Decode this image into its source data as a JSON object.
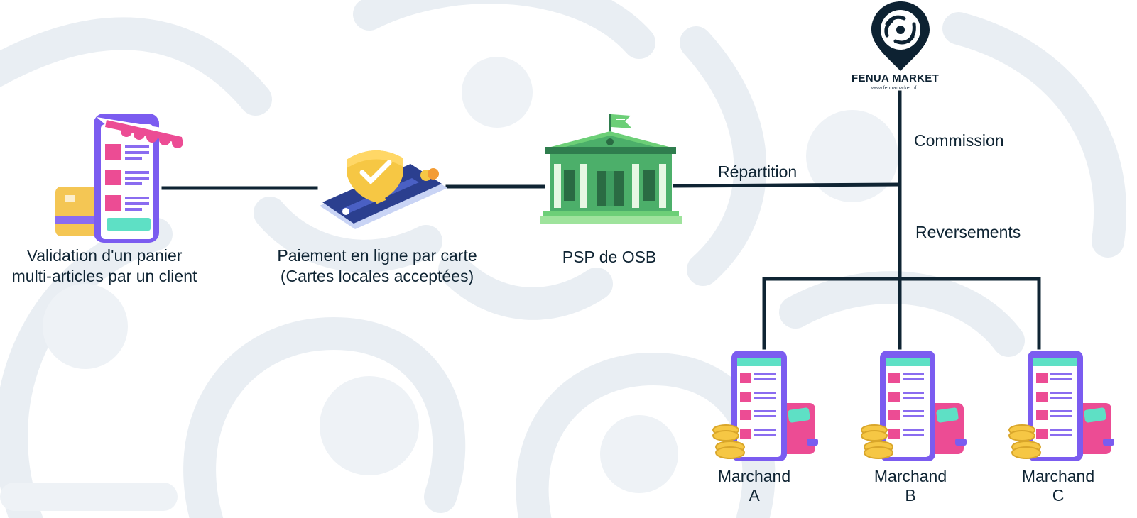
{
  "logo": {
    "brand": "FENUA MARKET",
    "url": "www.fenuamarket.pf"
  },
  "steps": {
    "cart_line1": "Validation d'un panier",
    "cart_line2": "multi-articles par un client",
    "payment_line1": "Paiement en ligne par carte",
    "payment_line2": "(Cartes locales acceptées)",
    "psp": "PSP de OSB"
  },
  "flows": {
    "split": "Répartition",
    "commission": "Commission",
    "payouts": "Reversements"
  },
  "merchants": [
    {
      "line1": "Marchand",
      "line2": "A"
    },
    {
      "line1": "Marchand",
      "line2": "B"
    },
    {
      "line1": "Marchand",
      "line2": "C"
    }
  ],
  "colors": {
    "connector": "#0f2433",
    "background_pattern": "#e9eef3",
    "accent_pink": "#ec4c94",
    "accent_purple": "#7a5cf0",
    "accent_green": "#4caf6a",
    "accent_yellow": "#f6c744"
  }
}
